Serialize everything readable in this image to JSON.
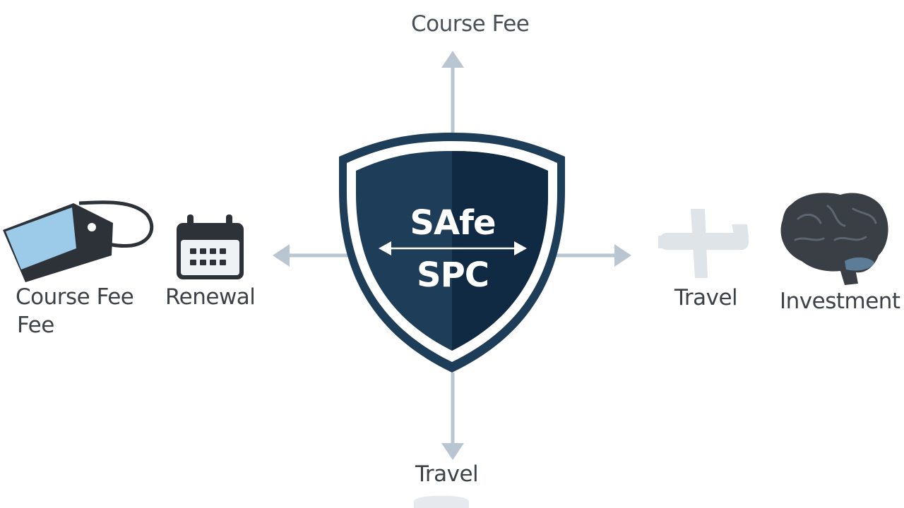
{
  "diagram": {
    "top_label": "Course Fee",
    "bottom_label": "Travel",
    "center": {
      "line1": "SAfe",
      "line2": "SPC"
    },
    "left": {
      "items": [
        {
          "label_line1": "Course Fee",
          "label_line2": "Fee",
          "icon": "price-tag-icon"
        },
        {
          "label": "Renewal",
          "icon": "calendar-icon"
        }
      ]
    },
    "right": {
      "items": [
        {
          "label": "Travel",
          "icon": "airplane-icon"
        },
        {
          "label": "Investment",
          "icon": "brain-icon"
        }
      ]
    }
  },
  "colors": {
    "shield_dark": "#1e3d58",
    "shield_darker": "#0f2a42",
    "shield_outline": "#1e3d58",
    "arrow": "#b9c6d1",
    "tag_blue": "#9ccbea",
    "icon_dark": "#2c3238",
    "brain": "#3a3f46",
    "brain_accent": "#5d7c98"
  }
}
